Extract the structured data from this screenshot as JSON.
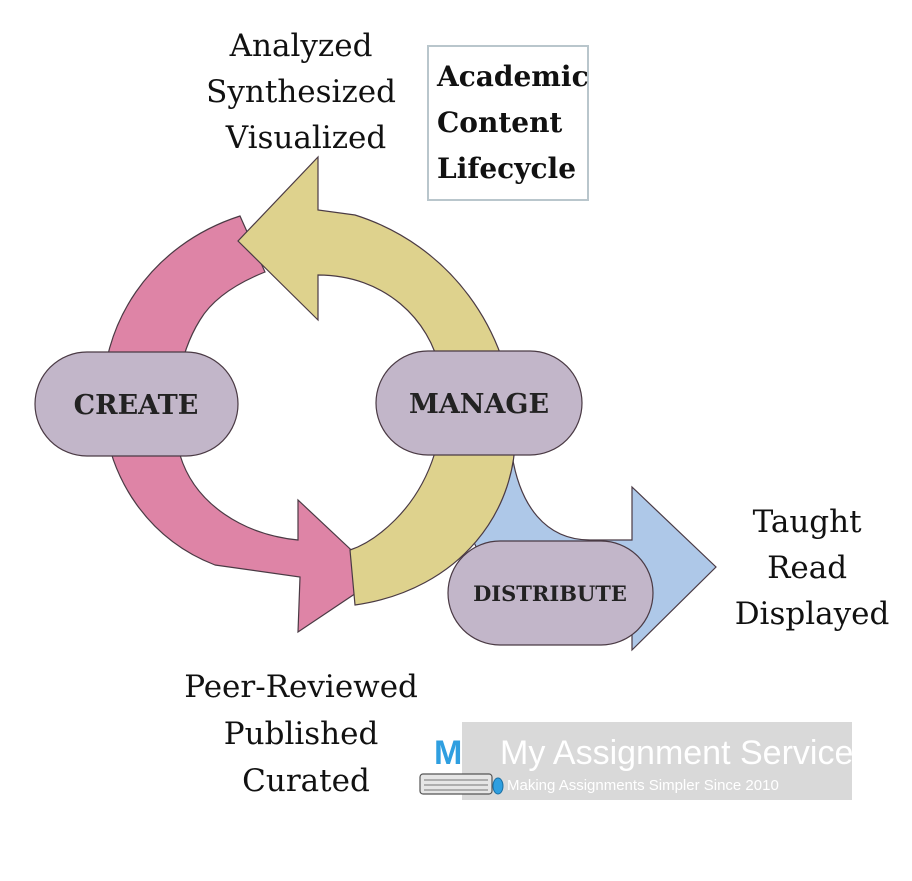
{
  "title_box": {
    "lines": [
      "Academic",
      "Content",
      "Lifecycle"
    ]
  },
  "stages": {
    "create": "CREATE",
    "manage": "MANAGE",
    "distribute": "DISTRIBUTE"
  },
  "annotations": {
    "manage_top": [
      "Analyzed",
      "Synthesized",
      "Visualized"
    ],
    "create_bottom": [
      "Peer-Reviewed",
      "Published",
      "Curated"
    ],
    "distribute_right": [
      "Taught",
      "Read",
      "Displayed"
    ]
  },
  "watermark": {
    "brand": "My Assignment Services",
    "tagline": "Making Assignments Simpler Since 2010",
    "logo_letter": "M"
  },
  "colors": {
    "create_arrow": "#de84a6",
    "manage_arrow": "#ded28d",
    "distribute_arrow": "#aec8e8",
    "stage_pill": "#c2b6c9",
    "outline": "#4a3a44",
    "watermark_bg": "#d9d9d9",
    "logo_blue": "#2f9fe0"
  }
}
